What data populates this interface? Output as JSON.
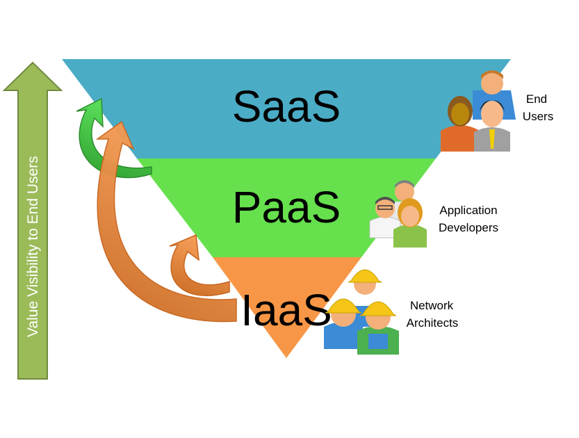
{
  "diagram": {
    "axis_label": "Value Visibility to End Users",
    "tiers": [
      {
        "name": "SaaS",
        "color": "#4BACC6"
      },
      {
        "name": "PaaS",
        "color": "#66E04D"
      },
      {
        "name": "IaaS",
        "color": "#F79646"
      }
    ],
    "roles": [
      {
        "line1": "End",
        "line2": "Users"
      },
      {
        "line1": "Application",
        "line2": "Developers"
      },
      {
        "line1": "Network",
        "line2": "Architects"
      }
    ],
    "arrow_colors": {
      "axis": "#9BBB59",
      "green": "#3CBF3C",
      "orange": "#F0883A"
    },
    "icons": [
      "end-users-icon",
      "application-developers-icon",
      "network-architects-icon"
    ]
  }
}
